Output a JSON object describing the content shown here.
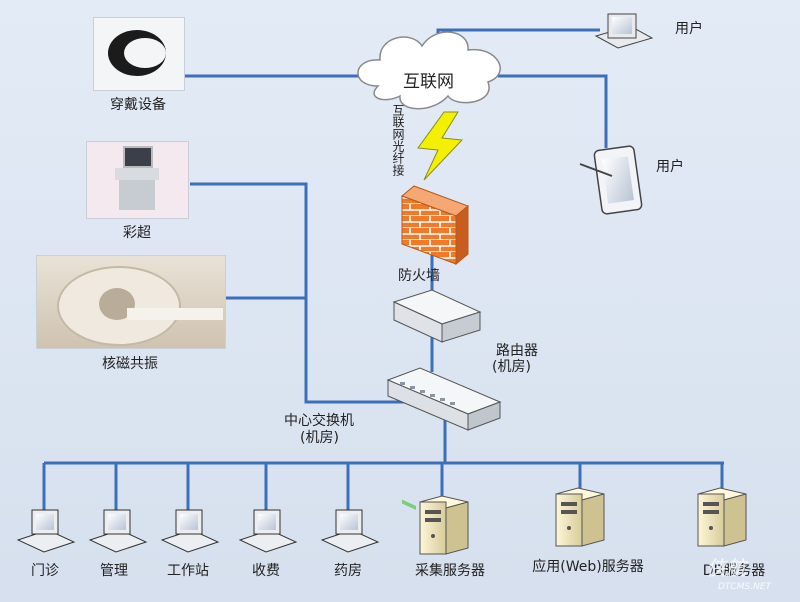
{
  "labels": {
    "internet": "互联网",
    "fiber": "互联网光纤接",
    "firewall": "防火墙",
    "router": "路由器",
    "router_loc": "(机房)",
    "switch": "中心交换机",
    "switch_loc": "(机房)",
    "wearable": "穿戴设备",
    "ultrasound": "彩超",
    "mri": "核磁共振",
    "user1": "用户",
    "user2": "用户"
  },
  "bottom_nodes": [
    {
      "label": "门诊",
      "kind": "pc"
    },
    {
      "label": "管理",
      "kind": "pc"
    },
    {
      "label": "工作站",
      "kind": "pc"
    },
    {
      "label": "收费",
      "kind": "pc"
    },
    {
      "label": "药房",
      "kind": "pc"
    },
    {
      "label": "采集服务器",
      "kind": "server"
    },
    {
      "label": "应用(Web)服务器",
      "kind": "server"
    },
    {
      "label": "DB服务器",
      "kind": "server"
    }
  ],
  "watermark": {
    "main": "侠航",
    "sub": "DTCMS.NET"
  },
  "colors": {
    "link": "#3b6fb8",
    "firewall": "#f07a2a",
    "bolt": "#f3f000"
  }
}
